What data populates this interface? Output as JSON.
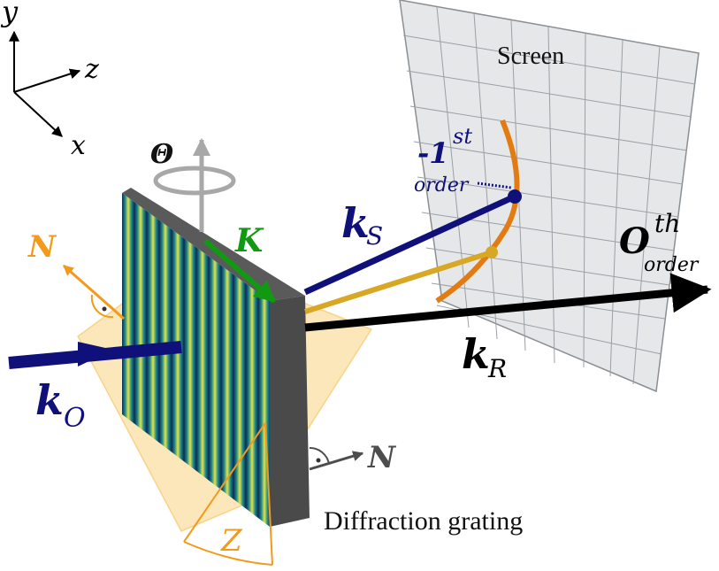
{
  "axes": {
    "y": "y",
    "z": "z",
    "x": "x"
  },
  "rotation_label": "Θ",
  "screen_label": "Screen",
  "orders": {
    "minus_first": {
      "main": "-1",
      "sup": "st",
      "sub": "order"
    },
    "zeroth": {
      "main": "O",
      "sup": "th",
      "sub": "order"
    }
  },
  "vectors": {
    "kS": {
      "main": "k",
      "sub": "S"
    },
    "kR": {
      "main": "k",
      "sub": "R"
    },
    "kO": {
      "main": "k",
      "sub": "O"
    },
    "K": "K"
  },
  "normals": {
    "orange": "N",
    "gray": "N"
  },
  "z_angle": "Z",
  "grating_label": "Diffraction grating",
  "colors": {
    "blue": "#10107a",
    "green": "#119a11",
    "orange": "#f39a1c",
    "gold": "#d8a824",
    "gray": "#4d4d4d",
    "black": "#000000"
  }
}
